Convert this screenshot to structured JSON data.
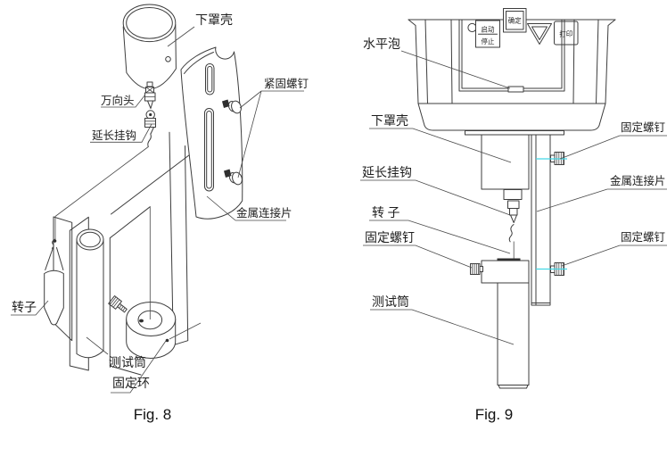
{
  "figure8": {
    "caption": "Fig. 8",
    "labels": {
      "lower_cover": "下罩壳",
      "universal_head": "万向头",
      "extension_hook": "延长挂钩",
      "fastening_screw": "紧固螺钉",
      "metal_connector": "金属连接片",
      "rotor": "转子",
      "test_cylinder": "测试筒",
      "fixing_ring": "固定环"
    }
  },
  "figure9": {
    "caption": "Fig. 9",
    "panel": {
      "confirm_button": "确定",
      "start_label": "启动",
      "stop_label": "停止",
      "print_button": "打印"
    },
    "labels": {
      "level_bubble": "水平泡",
      "lower_cover": "下罩壳",
      "extension_hook": "延长挂钩",
      "rotor": "转 子",
      "fixing_screw_left": "固定螺钉",
      "test_cylinder": "测试筒",
      "fixing_screw_top": "固定螺钉",
      "metal_connector": "金属连接片",
      "fixing_screw_bottom": "固定螺钉"
    }
  },
  "colors": {
    "line": "#3d3d3d",
    "centerline": "#45d8e6",
    "background": "#ffffff",
    "text": "#1e1e1e"
  }
}
